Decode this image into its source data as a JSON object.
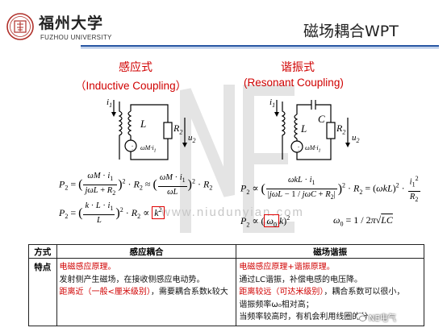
{
  "header": {
    "logo_name": "福州大学",
    "logo_english": "FUZHOU UNIVERSITY",
    "slide_title": "磁场耦合WPT",
    "accent_color": "#1e4fa0"
  },
  "inductive": {
    "title_cn": "感应式",
    "title_en": "（Inductive Coupling）",
    "labels": {
      "i1": "i",
      "i1_sub": "1",
      "L": "L",
      "R2": "R",
      "R2_sub": "2",
      "emf": "ωM·i",
      "emf_sub": "1",
      "u2": "u",
      "u2_sub": "2"
    }
  },
  "resonant": {
    "title_cn": "谐振式",
    "title_en": "(Resonant Coupling)",
    "labels": {
      "i1": "i",
      "i1_sub": "1",
      "L": "L",
      "C": "C",
      "R2": "R",
      "R2_sub": "2",
      "emf": "ωM·i",
      "emf_sub": "1",
      "u2": "u",
      "u2_sub": "2"
    }
  },
  "watermark": {
    "text": "www.niudunyian.com"
  },
  "table": {
    "headers": [
      "方式",
      "感应耦合",
      "磁场谐振"
    ],
    "row_label": "特点",
    "inductive_lines": [
      {
        "text": "电磁感应原理。",
        "color": "red"
      },
      {
        "text": "发射侧产生磁场，在接收侧感应电动势。",
        "color": "black"
      },
      {
        "text": "距离近（一般<厘米级别），需要耦合系数k较大",
        "color": "mixed",
        "red_part": "距离近（一般<厘米级别）",
        "black_part": "，需要耦合系数k较大"
      }
    ],
    "resonant_lines": [
      {
        "text": "电磁感应原理+谐振原理。",
        "color": "red"
      },
      {
        "text": "通过LC谐振，补偿电感的电压降。",
        "color": "black"
      },
      {
        "text": "距离较远（可达米级别），耦合系数可以很小，",
        "color": "mixed",
        "red_part": "距离较远（可达米级别）",
        "black_part": "，耦合系数可以很小，"
      },
      {
        "text": "谐振频率ω₀相对高；",
        "color": "black"
      },
      {
        "text": "当频率较高时，有机会利用线圈的分",
        "color": "black"
      }
    ]
  },
  "badge": {
    "text": "NE电气"
  },
  "colors": {
    "red": "#d00000",
    "highlight_box": "#e00000"
  }
}
